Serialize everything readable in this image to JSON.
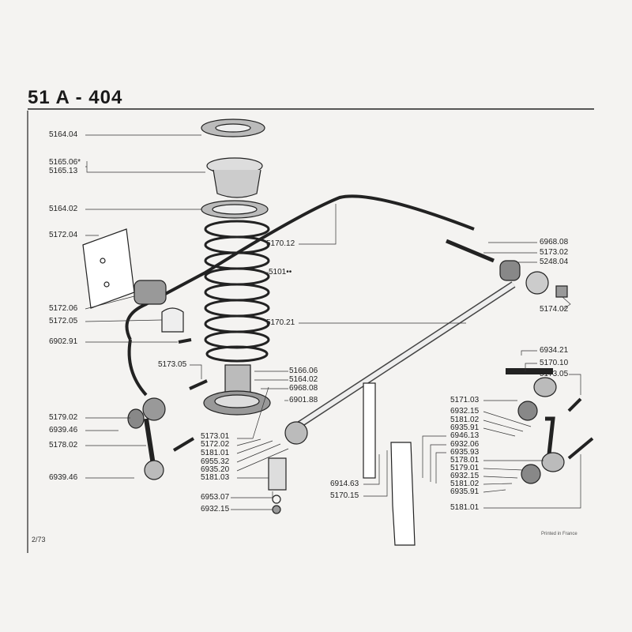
{
  "title": "51 A - 404",
  "footer": {
    "page": "2/73",
    "printed": "Printed in France"
  },
  "labels": {
    "l_5164_04": "5164.04",
    "l_5165_06": "5165.06*",
    "l_5165_13": "5165.13",
    "l_5164_02a": "5164.02",
    "l_5172_04": "5172.04",
    "l_5172_06": "5172.06",
    "l_5172_05": "5172.05",
    "l_6902_91": "6902.91",
    "l_5173_05a": "5173.05",
    "l_5179_02": "5179.02",
    "l_6939_46a": "6939.46",
    "l_5178_02": "5178.02",
    "l_6939_46b": "6939.46",
    "l_5170_12": "5170.12",
    "l_5101": "5101••",
    "l_5170_21": "5170.21",
    "l_5166_06": "5166.06",
    "l_5164_02b": "5164.02",
    "l_6968_08a": "6968.08",
    "l_6901_88": "6901.88",
    "l_5173_01": "5173.01",
    "l_5172_02": "5172.02",
    "l_5181_01a": "5181.01",
    "l_6955_32": "6955.32",
    "l_6935_20": "6935.20",
    "l_5181_03": "5181.03",
    "l_6953_07": "6953.07",
    "l_6932_15a": "6932.15",
    "l_6914_63": "6914.63",
    "l_5170_15": "5170.15",
    "l_6968_08b": "6968.08",
    "l_5173_02": "5173.02",
    "l_5248_04": "5248.04",
    "l_5174_02": "5174.02",
    "l_6934_21": "6934.21",
    "l_5170_10": "5170.10",
    "l_5173_05b": "5173.05",
    "l_5171_03": "5171.03",
    "l_6932_15b": "6932.15",
    "l_5181_02a": "5181.02",
    "l_6935_91a": "6935.91",
    "l_6946_13": "6946.13",
    "l_6932_06": "6932.06",
    "l_6935_93": "6935.93",
    "l_5178_01": "5178.01",
    "l_5179_01": "5179.01",
    "l_6932_15c": "6932.15",
    "l_5181_02b": "5181.02",
    "l_6935_91b": "6935.91",
    "l_5181_01b": "5181.01"
  }
}
